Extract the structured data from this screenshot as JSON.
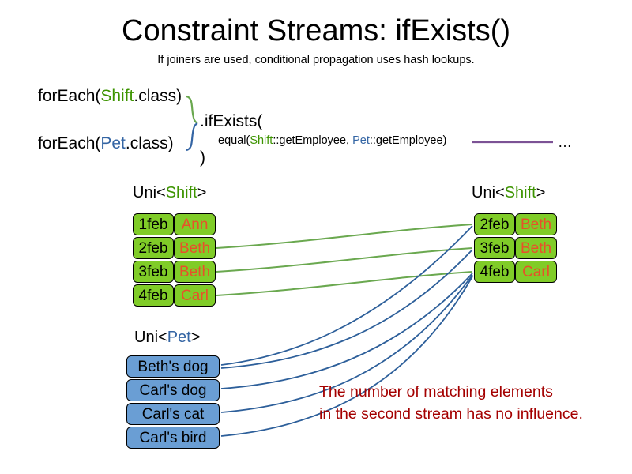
{
  "header": {
    "title": "Constraint Streams: ifExists()",
    "subtitle": "If joiners are used, conditional propagation uses hash lookups."
  },
  "code": {
    "foreach_shift": {
      "prefix": "forEach(",
      "type": "Shift",
      "suffix": ".class)"
    },
    "foreach_pet": {
      "prefix": "forEach(",
      "type": "Pet",
      "suffix": ".class)"
    },
    "if_exists": ".ifExists(",
    "equal": {
      "prefix": "equal(",
      "type_a": "Shift",
      "mid": "::getEmployee, ",
      "type_b": "Pet",
      "suffix": "::getEmployee)"
    },
    "close_paren": ")",
    "ellipsis": "…"
  },
  "streams": {
    "left_shift": {
      "label_prefix": "Uni<",
      "label_type": "Shift",
      "label_suffix": ">",
      "rows": [
        {
          "date": "1feb",
          "name": "Ann"
        },
        {
          "date": "2feb",
          "name": "Beth"
        },
        {
          "date": "3feb",
          "name": "Beth"
        },
        {
          "date": "4feb",
          "name": "Carl"
        }
      ]
    },
    "right_shift": {
      "label_prefix": "Uni<",
      "label_type": "Shift",
      "label_suffix": ">",
      "rows": [
        {
          "date": "2feb",
          "name": "Beth"
        },
        {
          "date": "3feb",
          "name": "Beth"
        },
        {
          "date": "4feb",
          "name": "Carl"
        }
      ]
    },
    "pet": {
      "label_prefix": "Uni<",
      "label_type": "Pet",
      "label_suffix": ">",
      "rows": [
        {
          "name": "Beth's dog"
        },
        {
          "name": "Carl's dog"
        },
        {
          "name": "Carl's cat"
        },
        {
          "name": "Carl's bird"
        }
      ]
    }
  },
  "note": {
    "line1": "The number of matching elements",
    "line2": "in the second stream has no influence."
  },
  "colors": {
    "shift_green": "#3d9400",
    "pet_blue": "#3465a4",
    "box_green": "#80cc28",
    "box_blue": "#6a9ed4",
    "name_orange": "#e8502a",
    "note_red": "#a40000",
    "join_line_purple": "#7c5295",
    "connector_green": "#6aa84f",
    "connector_blue": "#2d5f9a"
  }
}
